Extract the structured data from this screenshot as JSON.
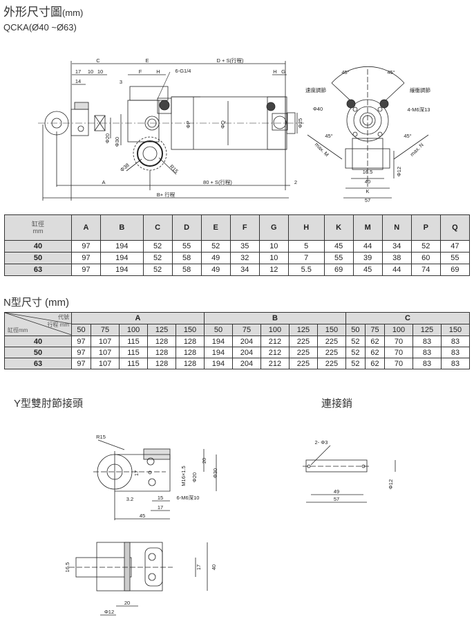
{
  "header": {
    "title": "外形尺寸圖",
    "title_unit": "(mm)",
    "model": "QCKA(Ø40 ~Ø63)"
  },
  "main_drawing": {
    "labels": {
      "C": "C",
      "E": "E",
      "D_S": "D + S(行程)",
      "F": "F",
      "H": "H",
      "G": "G",
      "d17": "17",
      "d10a": "10",
      "d10b": "10",
      "d14": "14",
      "d3": "3",
      "port": "6-G1/4",
      "phiP": "ΦP",
      "phiQ": "ΦQ",
      "phi25": "Φ25",
      "phi20": "Φ20",
      "phi30": "Φ30",
      "phi38": "Φ38",
      "R15": "R15",
      "A": "A",
      "S80": "80 + S(行程)",
      "d2": "2",
      "B": "B+ 行程"
    }
  },
  "end_view": {
    "labels": {
      "ang1": "45°",
      "ang2": "45°",
      "ang3": "45°",
      "ang4": "45°",
      "speed_adj": "速度調節",
      "cushion_adj": "緩衝調節",
      "phi40": "Φ40",
      "m6": "4-M6深13",
      "maxM": "max. M",
      "maxN": "max. N",
      "w165": "16.5",
      "w40": "40",
      "K": "K",
      "w57": "57",
      "phi12": "Φ12"
    }
  },
  "dim_table": {
    "corner_label": "缸徑",
    "corner_unit": "mm",
    "columns": [
      "A",
      "B",
      "C",
      "D",
      "E",
      "F",
      "G",
      "H",
      "K",
      "M",
      "N",
      "P",
      "Q"
    ],
    "rows": [
      {
        "bore": "40",
        "values": [
          "97",
          "194",
          "52",
          "55",
          "52",
          "35",
          "10",
          "5",
          "45",
          "44",
          "34",
          "52",
          "47"
        ]
      },
      {
        "bore": "50",
        "values": [
          "97",
          "194",
          "52",
          "58",
          "49",
          "32",
          "10",
          "7",
          "55",
          "39",
          "38",
          "60",
          "55"
        ]
      },
      {
        "bore": "63",
        "values": [
          "97",
          "194",
          "52",
          "58",
          "49",
          "34",
          "12",
          "5.5",
          "69",
          "45",
          "44",
          "74",
          "69"
        ]
      }
    ]
  },
  "n_type": {
    "title": "N型尺寸 (mm)",
    "corner_code": "代號",
    "corner_stroke": "行程 mm",
    "corner_bore": "缸徑mm",
    "groups": [
      "A",
      "B",
      "C"
    ],
    "strokes": [
      "50",
      "75",
      "100",
      "125",
      "150"
    ],
    "rows": [
      {
        "bore": "40",
        "values": [
          "97",
          "107",
          "115",
          "128",
          "128",
          "194",
          "204",
          "212",
          "225",
          "225",
          "52",
          "62",
          "70",
          "83",
          "83"
        ]
      },
      {
        "bore": "50",
        "values": [
          "97",
          "107",
          "115",
          "128",
          "128",
          "194",
          "204",
          "212",
          "225",
          "225",
          "52",
          "62",
          "70",
          "83",
          "83"
        ]
      },
      {
        "bore": "63",
        "values": [
          "97",
          "107",
          "115",
          "128",
          "128",
          "194",
          "204",
          "212",
          "225",
          "225",
          "52",
          "62",
          "70",
          "83",
          "83"
        ]
      }
    ]
  },
  "y_joint": {
    "title": "Y型雙肘節接頭",
    "labels": {
      "R15": "R15",
      "d17v": "17",
      "d32": "3.2",
      "d15": "15",
      "m6": "6-M6深10",
      "d17": "17",
      "d45": "45",
      "m16": "M16×1.5",
      "phi20": "Φ20",
      "d20": "20",
      "phi30": "Φ30",
      "d165": "16.5",
      "d17b": "17",
      "d40": "40",
      "d20b": "20",
      "phi12": "Φ12"
    }
  },
  "pin": {
    "title": "連接銷",
    "labels": {
      "holes": "2- Φ3",
      "d49": "49",
      "d57": "57",
      "phi12": "Φ12"
    }
  }
}
